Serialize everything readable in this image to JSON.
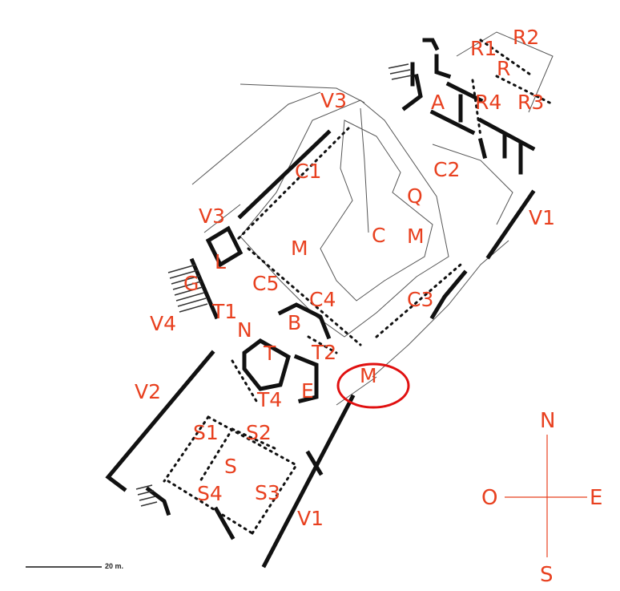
{
  "map": {
    "labels": {
      "R2": "R2",
      "R1": "R1",
      "R": "R",
      "A": "A",
      "R4": "R4",
      "R3": "R3",
      "V3_top": "V3",
      "C1": "C1",
      "C2": "C2",
      "Q": "Q",
      "V1_right": "V1",
      "V3_mid": "V3",
      "C": "C",
      "M_right": "M",
      "M_left": "M",
      "L": "L",
      "G": "G",
      "C5": "C5",
      "C4": "C4",
      "C3": "C3",
      "T1": "T1",
      "V4": "V4",
      "N": "N",
      "B": "B",
      "T": "T",
      "T2": "T2",
      "M_circled": "M",
      "E": "E",
      "T4": "T4",
      "V2": "V2",
      "S1": "S1",
      "S2": "S2",
      "S": "S",
      "S4": "S4",
      "S3": "S3",
      "V1_bottom": "V1"
    },
    "highlight": {
      "label": "M",
      "color": "#e01010"
    },
    "label_color": "#e8401f",
    "plan_color": "#111111"
  },
  "compass": {
    "north": "N",
    "south": "S",
    "east": "E",
    "west": "O",
    "color": "#e8401f"
  },
  "scale_bar": {
    "label": "20 m."
  }
}
